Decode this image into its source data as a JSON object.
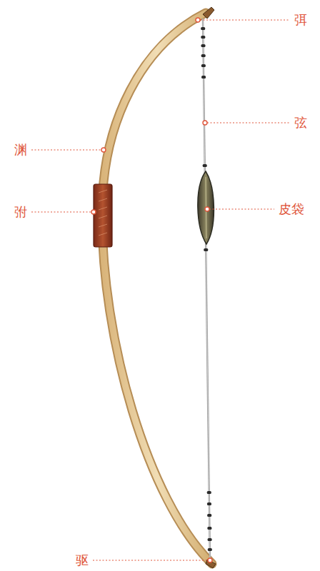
{
  "diagram": {
    "labels": [
      "弭",
      "弦",
      "渊",
      "弣",
      "皮袋",
      "驱"
    ]
  }
}
